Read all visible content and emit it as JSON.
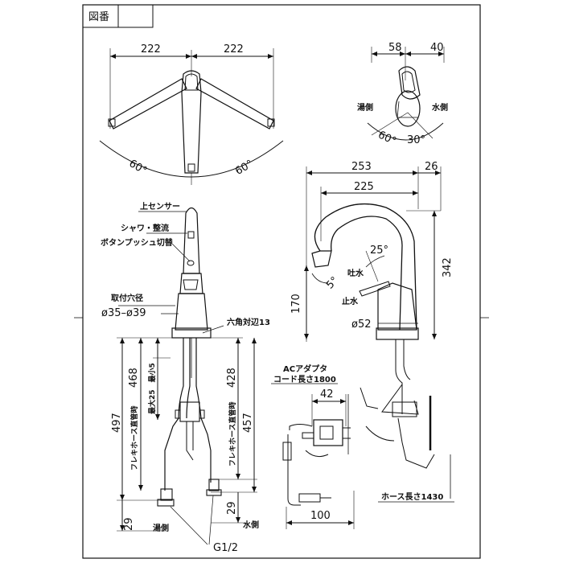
{
  "title_block": {
    "label": "図番",
    "value": ""
  },
  "top_view": {
    "dim_left": "222",
    "dim_right": "222",
    "angle_left": "60°",
    "angle_right": "60°"
  },
  "handle_view": {
    "dim_left": "58",
    "dim_right": "40",
    "label_hot": "湯側",
    "label_cold": "水側",
    "angle_left": "60°",
    "angle_right": "30°"
  },
  "side_view": {
    "dim_253": "253",
    "dim_26": "26",
    "dim_225": "225",
    "dim_342": "342",
    "dim_170": "170",
    "angle_25": "25°",
    "angle_5": "5°",
    "label_spout_on": "吐水",
    "label_spout_off": "止水",
    "diameter": "ø52"
  },
  "front_view": {
    "sensor_label": "上センサー",
    "shower_label": "シャワ・整流",
    "button_label": "ボタンプッシュ切替",
    "hole_label": "取付穴径",
    "hole_value": "ø35–ø39",
    "hex_label": "六角対辺13",
    "dim_497": "497",
    "dim_468": "468",
    "dim_428": "428",
    "dim_457": "457",
    "dim_29_left": "29",
    "dim_29_right": "29",
    "flex_hose_note_1": "フレキホース直管時",
    "flex_hose_note_2": "フレキホース直管時",
    "range_note": "最大25　最小5",
    "label_hot": "湯側",
    "label_cold": "水側",
    "thread": "G1/2"
  },
  "adapter_view": {
    "title_line1": "ACアダプタ",
    "title_line2": "コード長さ1800",
    "dim_42": "42",
    "dim_100": "100",
    "hose_length": "ホース長さ1430"
  }
}
